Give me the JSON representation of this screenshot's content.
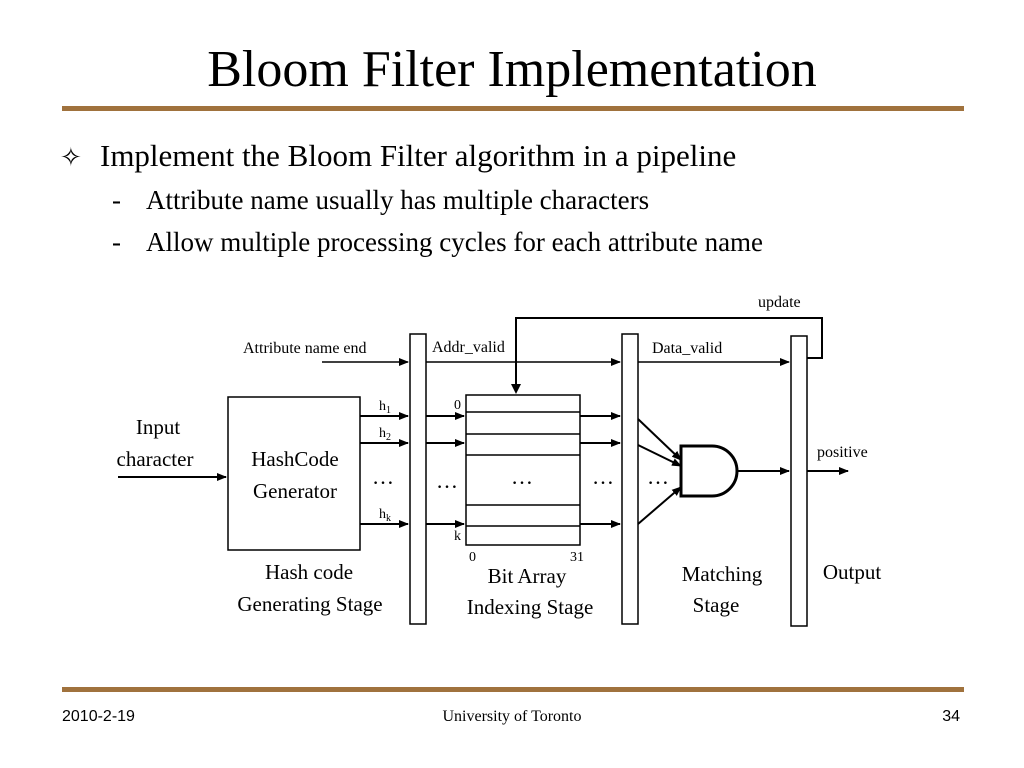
{
  "slide": {
    "title": "Bloom Filter Implementation",
    "bullet_symbol": "✧",
    "bullet": "Implement the Bloom Filter algorithm in a pipeline",
    "sub_dash": "-",
    "sub_bullets": [
      "Attribute name usually has multiple characters",
      "Allow multiple processing cycles for each attribute name"
    ]
  },
  "diagram": {
    "update": "update",
    "attribute_name_end": "Attribute name end",
    "addr_valid": "Addr_valid",
    "data_valid": "Data_valid",
    "input_line1": "Input",
    "input_line2": "character",
    "hash_line1": "HashCode",
    "hash_line2": "Generator",
    "h1_base": "h",
    "h1_sub": "1",
    "h2_base": "h",
    "h2_sub": "2",
    "hk_base": "h",
    "hk_sub": "k",
    "ellipsis": "…",
    "idx_0": "0",
    "idx_k": "k",
    "col_0": "0",
    "col_31": "31",
    "positive": "positive",
    "stage_hash_line1": "Hash code",
    "stage_hash_line2": "Generating Stage",
    "stage_bit_line1": "Bit Array",
    "stage_bit_line2": "Indexing Stage",
    "stage_match_line1": "Matching",
    "stage_match_line2": "Stage",
    "stage_output": "Output"
  },
  "footer": {
    "date": "2010-2-19",
    "organization": "University of Toronto",
    "page_number": "34"
  },
  "colors": {
    "rule": "#a0723d",
    "line": "#000000"
  }
}
